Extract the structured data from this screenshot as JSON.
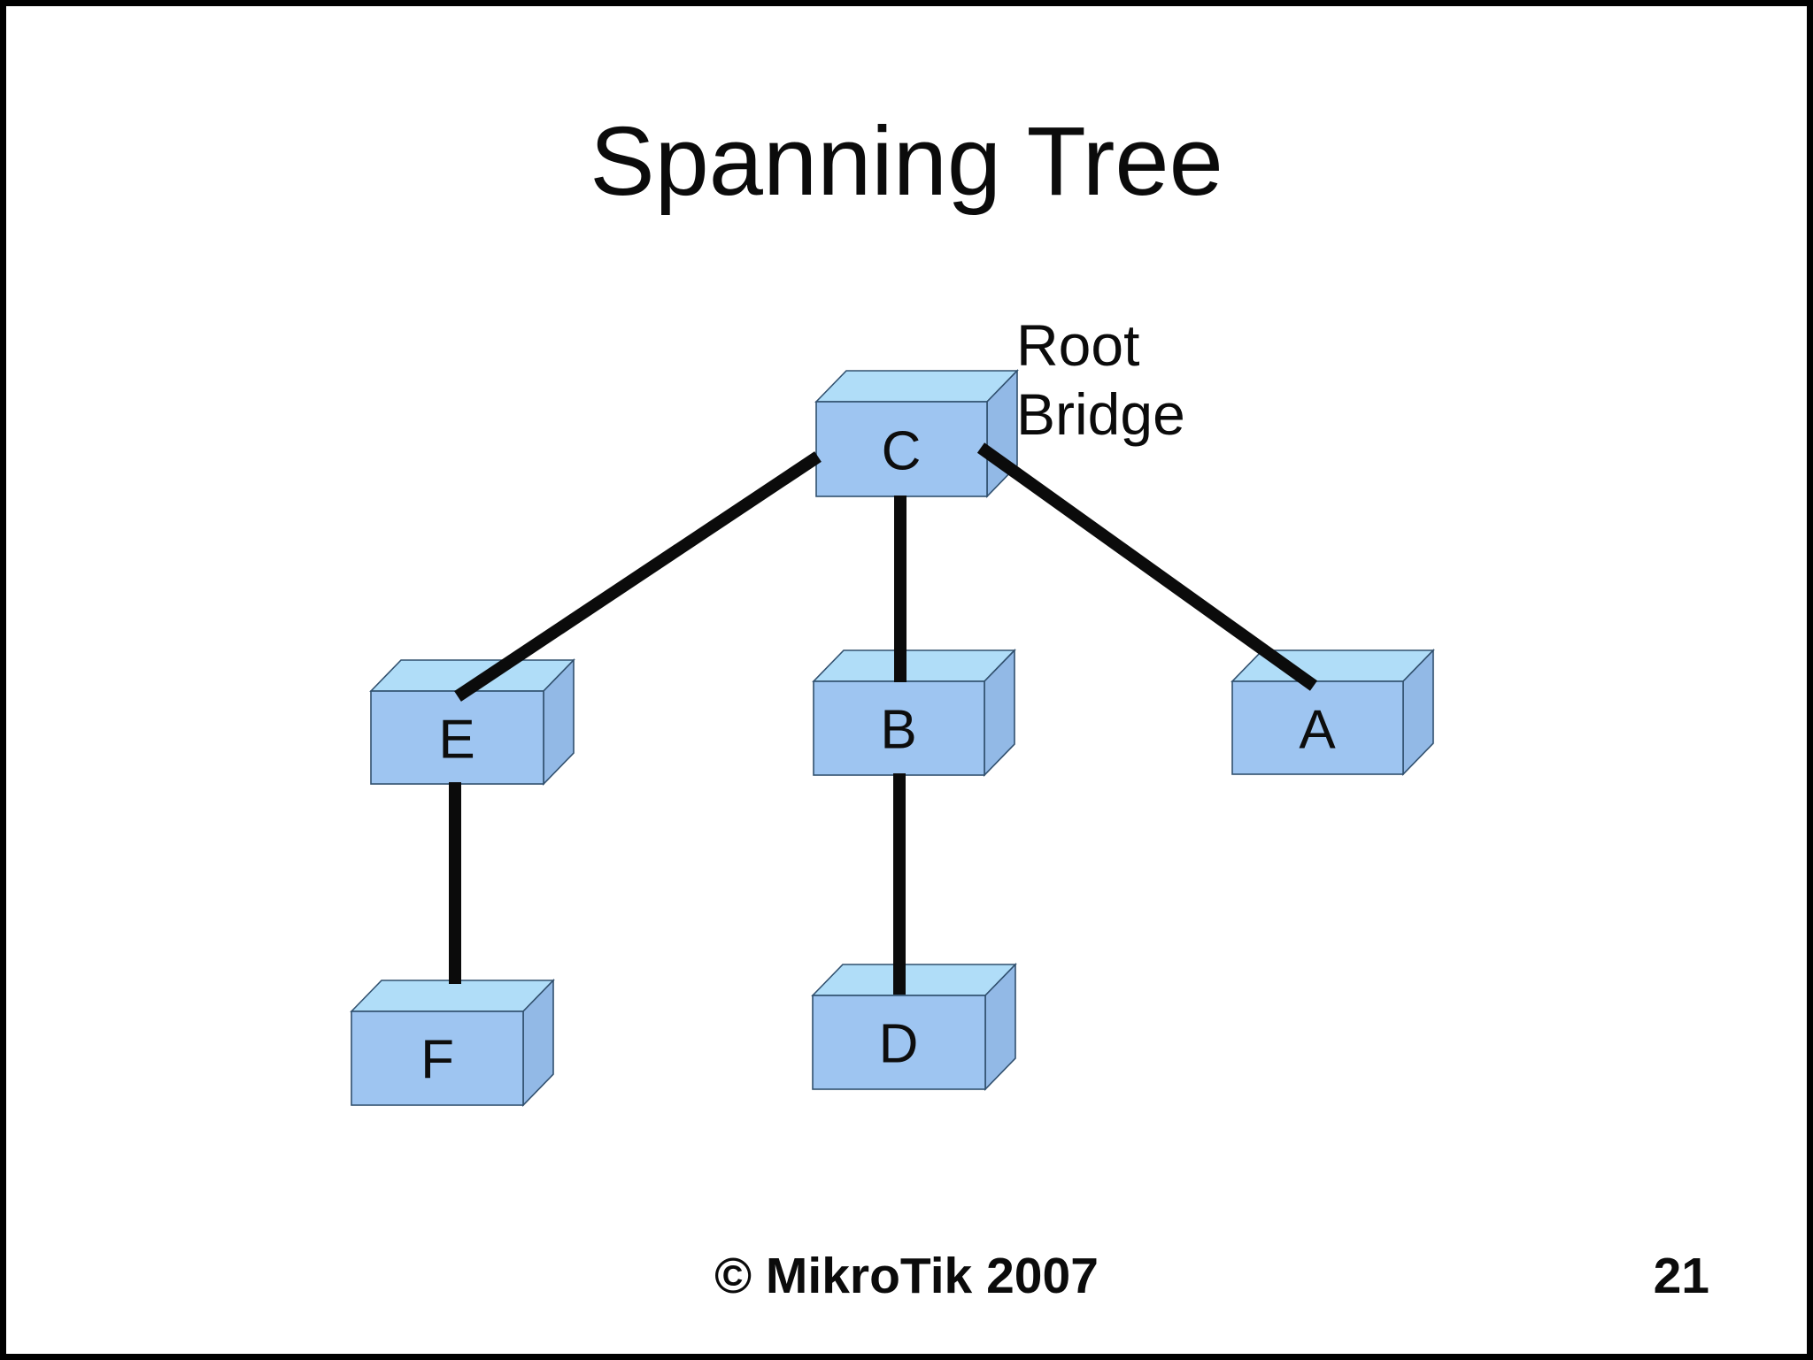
{
  "slide": {
    "title": "Spanning Tree",
    "copyright": "© MikroTik 2007",
    "page_number": "21"
  },
  "annotation": {
    "root_bridge": "Root\nBridge"
  },
  "colors": {
    "box_top": "#B0DDF8",
    "box_front": "#9EC5F1",
    "box_side": "#92B9E6",
    "box_edge": "#31506E",
    "link": "#0B0B0B",
    "text": "#0D0D0D",
    "background": "#FFFFFF",
    "frame": "#000000"
  },
  "diagram": {
    "type": "spanning-tree",
    "root_bridge_node": "C",
    "nodes": [
      {
        "id": "C",
        "label": "C",
        "role": "root-bridge"
      },
      {
        "id": "E",
        "label": "E",
        "role": "bridge"
      },
      {
        "id": "B",
        "label": "B",
        "role": "bridge"
      },
      {
        "id": "A",
        "label": "A",
        "role": "bridge"
      },
      {
        "id": "F",
        "label": "F",
        "role": "bridge"
      },
      {
        "id": "D",
        "label": "D",
        "role": "bridge"
      }
    ],
    "edges": [
      {
        "from": "C",
        "to": "E"
      },
      {
        "from": "C",
        "to": "B"
      },
      {
        "from": "C",
        "to": "A"
      },
      {
        "from": "E",
        "to": "F"
      },
      {
        "from": "B",
        "to": "D"
      }
    ]
  }
}
